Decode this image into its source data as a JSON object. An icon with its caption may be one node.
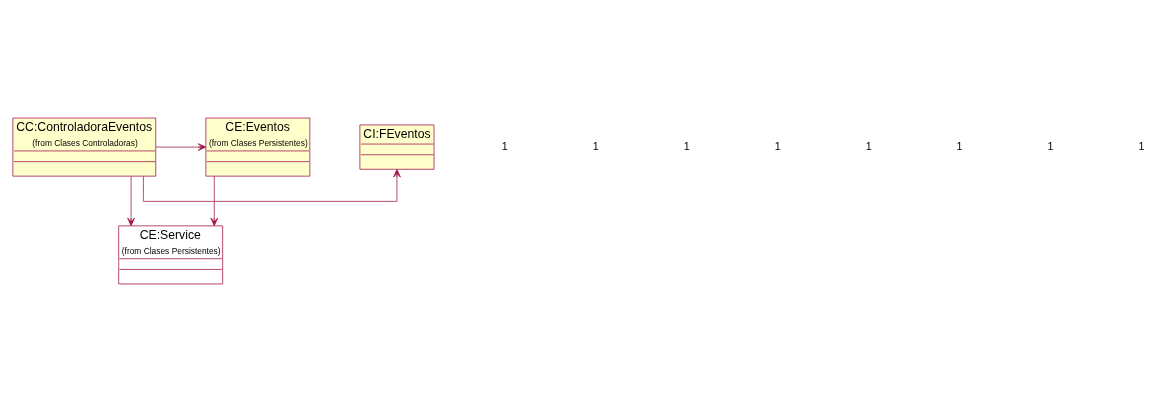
{
  "diagram": {
    "nodes": [
      {
        "text": [
          "CI:FEventos"
        ]
      },
      {
        "text": [
          "CC:ControladoraEventos",
          "(from Clases Controladoras)"
        ]
      },
      {
        "text": [
          "CE:Eventos",
          "(from Clases Persistentes)"
        ]
      },
      {
        "text": [
          "CE:Service",
          "(from Clases Persistentes)"
        ]
      }
    ],
    "edges": [
      {
        "from": 1,
        "to": 0,
        "arrow": "to"
      },
      {
        "from": 1,
        "to": 2,
        "arrow": "to"
      },
      {
        "from": 1,
        "to": 3,
        "arrow": "to"
      },
      {
        "from": 2,
        "to": 3,
        "arrow": "to"
      }
    ],
    "labels": [
      "1",
      "1",
      "1",
      "1",
      "1",
      "1",
      "1",
      "1"
    ]
  }
}
